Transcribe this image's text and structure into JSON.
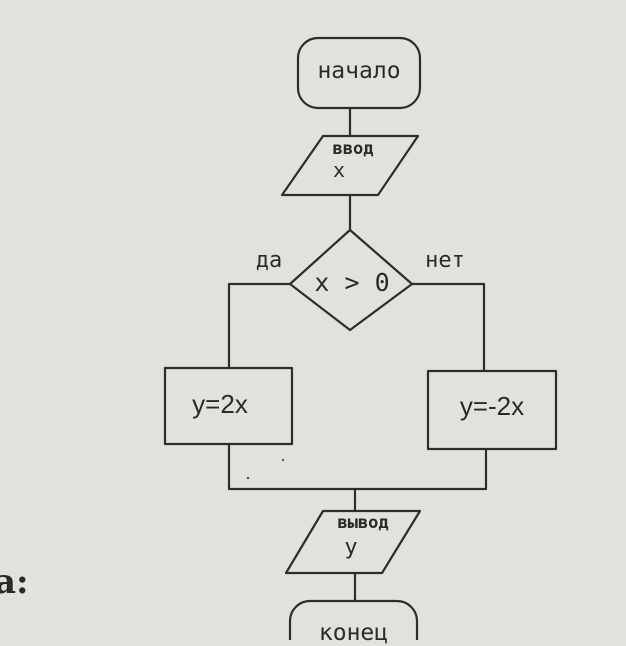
{
  "diagram": {
    "type": "flowchart",
    "colors": {
      "background": "#e3e1dc",
      "stroke": "#2e2d2a",
      "text": "#2b2a27"
    },
    "nodes": {
      "start": {
        "shape": "terminal",
        "label": "начало"
      },
      "input": {
        "shape": "parallelogram",
        "line1": "ввод",
        "line2": "x"
      },
      "decision": {
        "shape": "diamond",
        "label": "x > 0"
      },
      "yes_branch": {
        "label": "да"
      },
      "no_branch": {
        "label": "нет"
      },
      "process_yes": {
        "shape": "rectangle",
        "label": "y=2x"
      },
      "process_no": {
        "shape": "rectangle",
        "label": "y=-2x"
      },
      "output": {
        "shape": "parallelogram",
        "line1": "вывод",
        "line2": "y"
      },
      "end": {
        "shape": "terminal",
        "label": "конец"
      }
    },
    "edges": [
      {
        "from": "start",
        "to": "input"
      },
      {
        "from": "input",
        "to": "decision"
      },
      {
        "from": "decision",
        "to": "process_yes",
        "label": "да"
      },
      {
        "from": "decision",
        "to": "process_no",
        "label": "нет"
      },
      {
        "from": "process_yes",
        "to": "output"
      },
      {
        "from": "process_no",
        "to": "output"
      },
      {
        "from": "output",
        "to": "end"
      }
    ]
  },
  "margin_text": "a:"
}
